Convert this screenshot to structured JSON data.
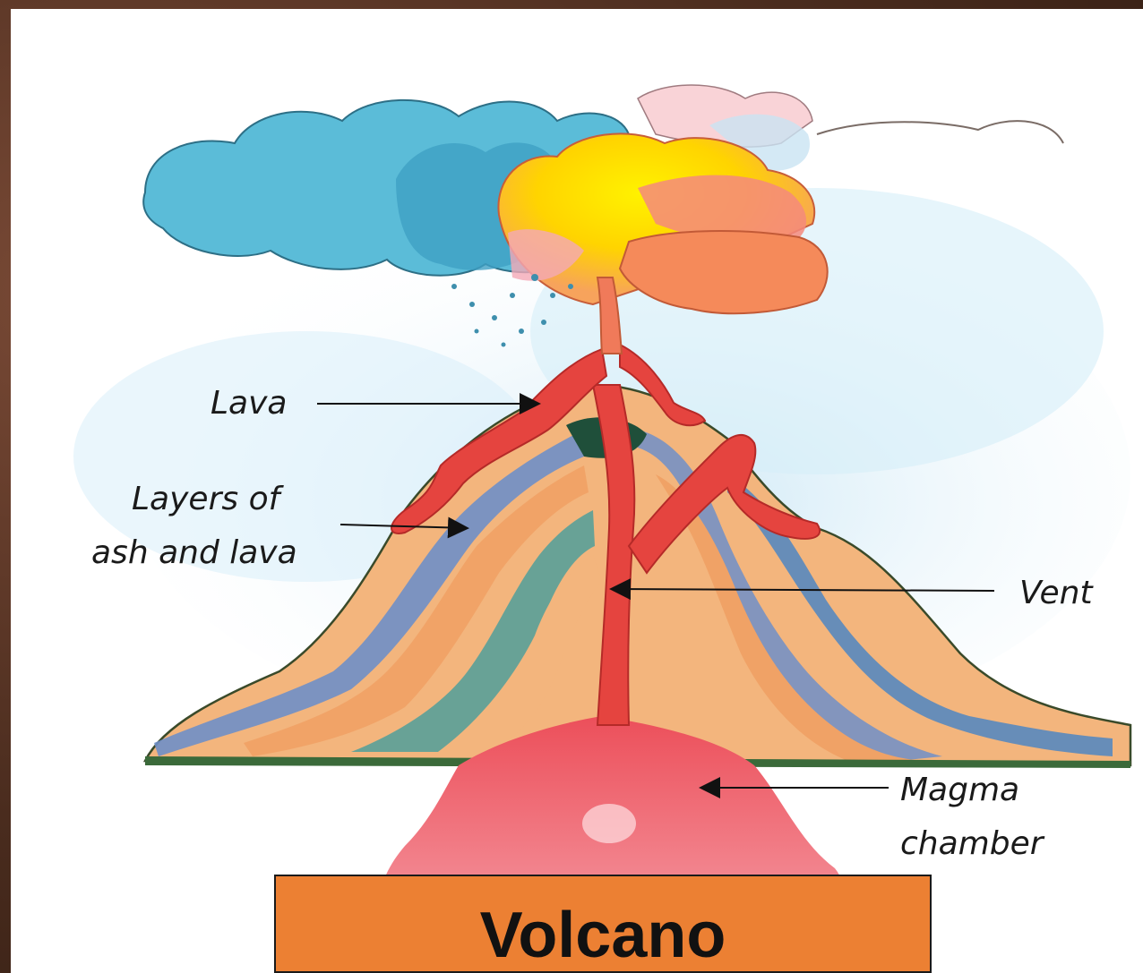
{
  "labels": {
    "lava": "Lava",
    "layers_line1": "Layers of",
    "layers_line2": "ash and lava",
    "vent": "Vent",
    "magma_line1": "Magma",
    "magma_line2": "chamber"
  },
  "title": "Volcano",
  "colors": {
    "title_box": "#ec8033",
    "lava": "#e5443f",
    "magma": "#f06e78",
    "cloud_blue": "#5bbcd8",
    "cloud_yellow": "#fff200",
    "cloud_orange": "#f58a5a",
    "layer_tan": "#f3b57d",
    "layer_blue": "#6f8fc8"
  }
}
